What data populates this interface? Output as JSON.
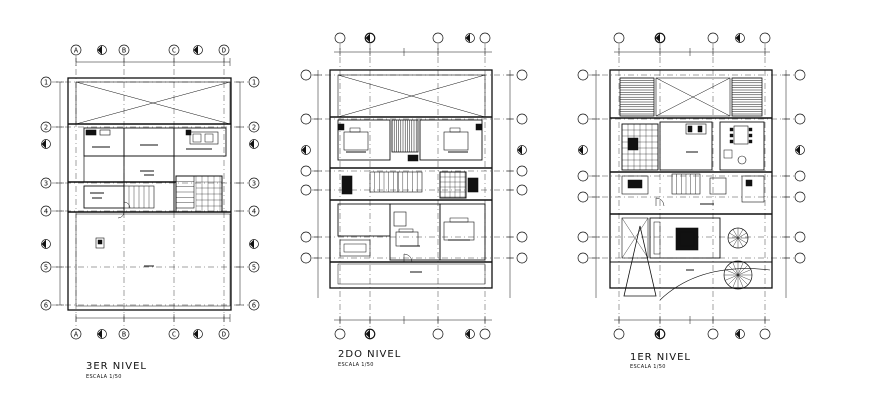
{
  "plans": [
    {
      "id": "3er",
      "title": "3ER NIVEL",
      "scale": "ESCALA 1/50",
      "axes_letters": [
        "A",
        "B",
        "C",
        "D"
      ],
      "axes_numbers": [
        "1",
        "2",
        "3",
        "4",
        "5",
        "6"
      ]
    },
    {
      "id": "2do",
      "title": "2DO NIVEL",
      "scale": "ESCALA 1/50"
    },
    {
      "id": "1er",
      "title": "1ER NIVEL",
      "scale": "ESCALA 1/50"
    }
  ],
  "colors": {
    "ink": "#111111",
    "background": "#ffffff"
  }
}
